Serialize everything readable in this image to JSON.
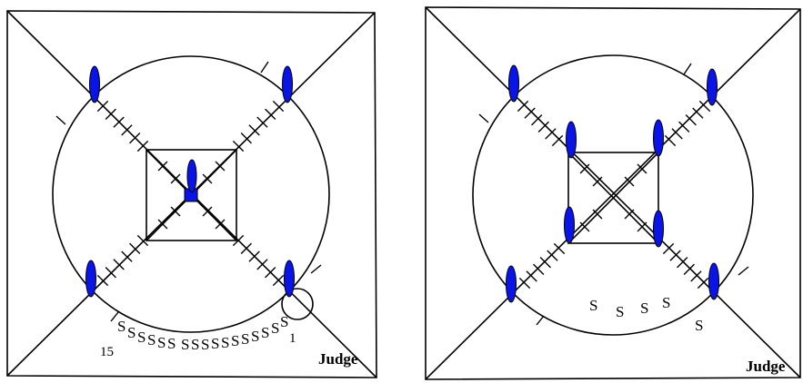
{
  "colors": {
    "pawn": "#0a14e6",
    "lines": "#000000",
    "background": "#ffffff"
  },
  "left_board": {
    "judge_label": "Judge",
    "number_start": "15",
    "number_end": "1",
    "s_marks": [
      "S",
      "S",
      "S",
      "S",
      "S",
      "S",
      "S",
      "S",
      "S",
      "S",
      "S",
      "S",
      "S",
      "S",
      "S",
      "S",
      "S"
    ]
  },
  "right_board": {
    "judge_label": "Judge",
    "s_marks": [
      "S",
      "S",
      "S",
      "S",
      "S"
    ]
  }
}
